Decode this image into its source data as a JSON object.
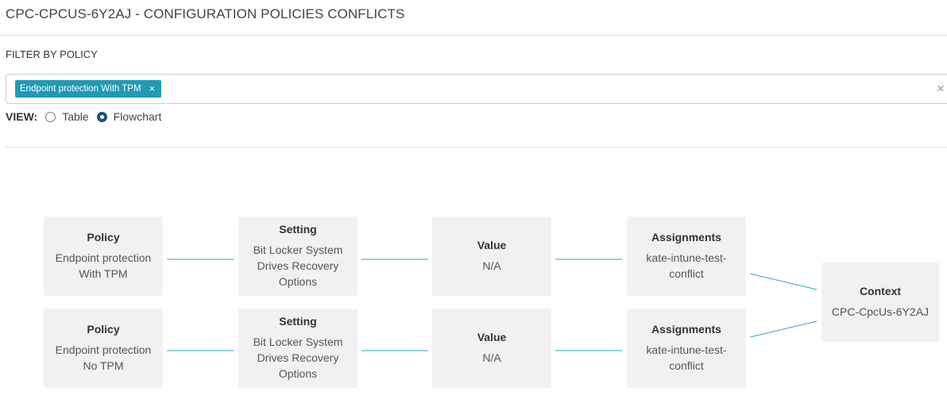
{
  "header": {
    "title": "CPC-CPCUS-6Y2AJ - CONFIGURATION POLICIES CONFLICTS"
  },
  "filter": {
    "label": "FILTER BY POLICY",
    "chips": [
      {
        "label": "Endpoint protection With TPM",
        "remove": "×"
      }
    ],
    "clear_icon": "×"
  },
  "view": {
    "label": "VIEW:",
    "options": [
      {
        "label": "Table",
        "selected": false
      },
      {
        "label": "Flowchart",
        "selected": true
      }
    ]
  },
  "flowchart": {
    "rows": [
      {
        "policy": {
          "title": "Policy",
          "lines": [
            "Endpoint protection",
            "With TPM"
          ]
        },
        "setting": {
          "title": "Setting",
          "lines": [
            "Bit Locker System",
            "Drives Recovery",
            "Options"
          ]
        },
        "value": {
          "title": "Value",
          "lines": [
            "N/A"
          ]
        },
        "assignment": {
          "title": "Assignments",
          "lines": [
            "kate-intune-test-",
            "conflict"
          ]
        }
      },
      {
        "policy": {
          "title": "Policy",
          "lines": [
            "Endpoint protection",
            "No TPM"
          ]
        },
        "setting": {
          "title": "Setting",
          "lines": [
            "Bit Locker System",
            "Drives Recovery",
            "Options"
          ]
        },
        "value": {
          "title": "Value",
          "lines": [
            "N/A"
          ]
        },
        "assignment": {
          "title": "Assignments",
          "lines": [
            "kate-intune-test-",
            "conflict"
          ]
        }
      }
    ],
    "context": {
      "title": "Context",
      "lines": [
        "CPC-CpcUs-6Y2AJ"
      ]
    },
    "connector_color": "#2aa7bf"
  }
}
